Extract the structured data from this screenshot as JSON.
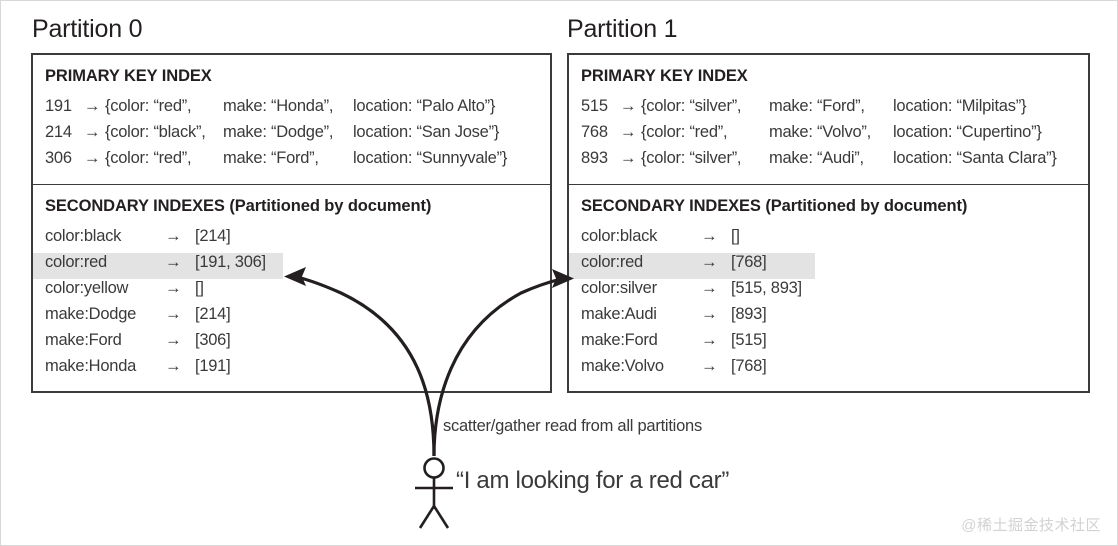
{
  "diagram": {
    "watermark": "@稀土掘金技术社区",
    "scatter_label": "scatter/gather read from all partitions",
    "user_quote": "“I am looking for a red car”",
    "arrow_symbol": "→",
    "highlight_color": "#e3e3e3",
    "line_color": "#231f20"
  },
  "partitions": [
    {
      "title": "Partition 0",
      "primary_index": {
        "heading": "PRIMARY KEY INDEX",
        "rows": [
          {
            "key": "191",
            "color": "{color: “red”,",
            "make": "make: “Honda”,",
            "location": "location: “Palo Alto”}"
          },
          {
            "key": "214",
            "color": "{color: “black”,",
            "make": "make: “Dodge”,",
            "location": "location: “San Jose”}"
          },
          {
            "key": "306",
            "color": "{color: “red”,",
            "make": "make: “Ford”,",
            "location": "location: “Sunnyvale”}"
          }
        ]
      },
      "secondary_index": {
        "heading": "SECONDARY INDEXES (Partitioned by document)",
        "rows": [
          {
            "term": "color:black",
            "postings": "[214]",
            "highlighted": false
          },
          {
            "term": "color:red",
            "postings": "[191, 306]",
            "highlighted": true
          },
          {
            "term": "color:yellow",
            "postings": "[]",
            "highlighted": false
          },
          {
            "term": "make:Dodge",
            "postings": "[214]",
            "highlighted": false
          },
          {
            "term": "make:Ford",
            "postings": "[306]",
            "highlighted": false
          },
          {
            "term": "make:Honda",
            "postings": "[191]",
            "highlighted": false
          }
        ]
      }
    },
    {
      "title": "Partition 1",
      "primary_index": {
        "heading": "PRIMARY KEY INDEX",
        "rows": [
          {
            "key": "515",
            "color": "{color: “silver”,",
            "make": "make: “Ford”,",
            "location": "location: “Milpitas”}"
          },
          {
            "key": "768",
            "color": "{color: “red”,",
            "make": "make: “Volvo”,",
            "location": "location: “Cupertino”}"
          },
          {
            "key": "893",
            "color": "{color: “silver”,",
            "make": "make: “Audi”,",
            "location": "location: “Santa Clara”}"
          }
        ]
      },
      "secondary_index": {
        "heading": "SECONDARY INDEXES (Partitioned by document)",
        "rows": [
          {
            "term": "color:black",
            "postings": "[]",
            "highlighted": false
          },
          {
            "term": "color:red",
            "postings": "[768]",
            "highlighted": true
          },
          {
            "term": "color:silver",
            "postings": "[515, 893]",
            "highlighted": false
          },
          {
            "term": "make:Audi",
            "postings": "[893]",
            "highlighted": false
          },
          {
            "term": "make:Ford",
            "postings": "[515]",
            "highlighted": false
          },
          {
            "term": "make:Volvo",
            "postings": "[768]",
            "highlighted": false
          }
        ]
      }
    }
  ]
}
